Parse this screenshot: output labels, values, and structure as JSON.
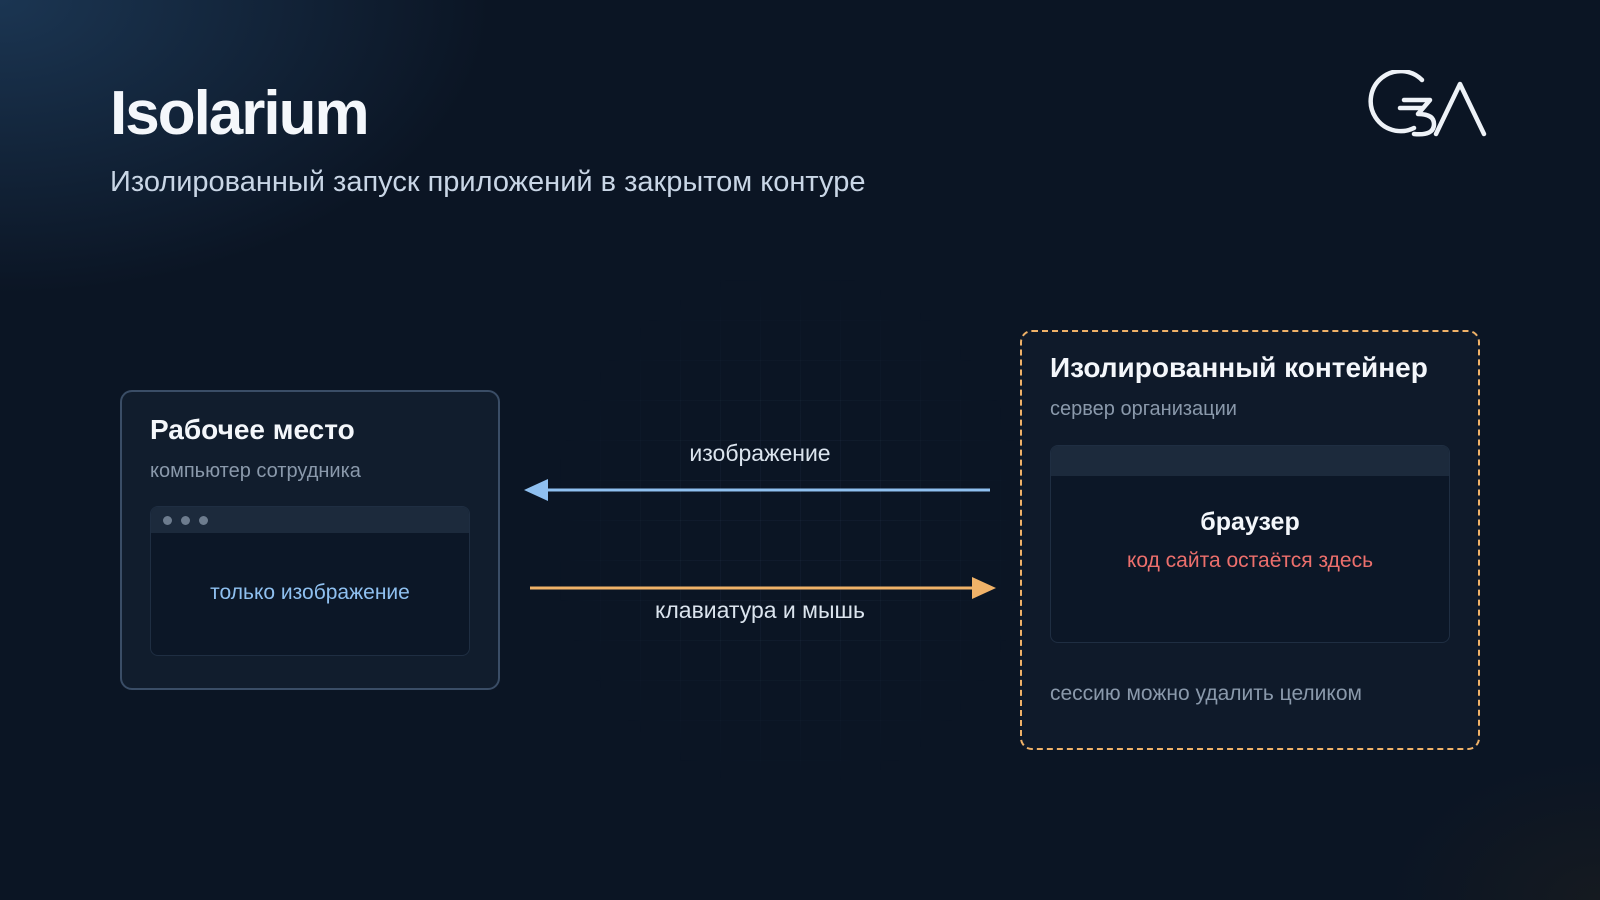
{
  "header": {
    "title": "Isolarium",
    "subtitle": "Изолированный запуск приложений в закрытом контуре"
  },
  "logo": {
    "icon": "g3a-logo",
    "text": "G3A"
  },
  "workstation": {
    "title": "Рабочее место",
    "subtitle": "компьютер сотрудника",
    "window_label": "только изображение"
  },
  "flows": {
    "to_workstation": "изображение",
    "to_container": "клавиатура и мышь"
  },
  "container": {
    "title": "Изолированный контейнер",
    "subtitle": "сервер организации",
    "browser_label": "браузер",
    "browser_note": "код сайта остаётся здесь",
    "session_note": "сессию можно удалить целиком"
  },
  "colors": {
    "background": "#0b1524",
    "image_arrow": "#8fc0f0",
    "input_arrow": "#f0b268",
    "container_border": "#f0b268",
    "code_note": "#ec6f6c"
  }
}
